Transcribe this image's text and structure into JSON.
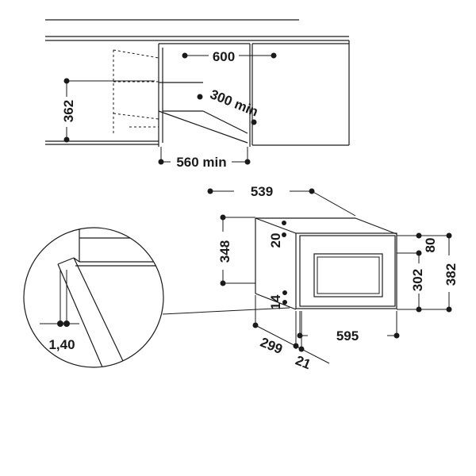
{
  "niche": {
    "width_label": "600",
    "height_label": "362",
    "depth_label": "300 min",
    "min_width_label": "560 min"
  },
  "appliance": {
    "depth_label": "539",
    "side_height_label": "348",
    "top_offset_label": "20",
    "bottom_offset_label": "14",
    "panel_top_label": "80",
    "inner_height_label": "302",
    "total_height_label": "382",
    "front_width_label": "595",
    "body_depth_label": "299",
    "front_thickness_label": "21"
  },
  "detail": {
    "gap_label": "1,40"
  }
}
